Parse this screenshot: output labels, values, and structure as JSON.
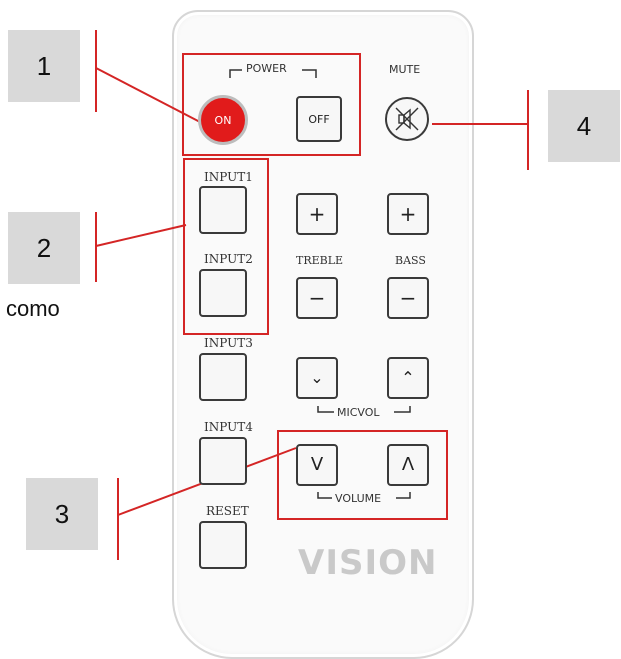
{
  "callouts": [
    "1",
    "2",
    "3",
    "4"
  ],
  "side_text": "como",
  "brand": "VISION",
  "power": {
    "label": "POWER",
    "on": "ON",
    "off": "OFF"
  },
  "mute": {
    "label": "MUTE"
  },
  "inputs": [
    "INPUT1",
    "INPUT2",
    "INPUT3",
    "INPUT4"
  ],
  "reset": "RESET",
  "treble": {
    "label": "TREBLE",
    "plus": "+",
    "minus": "−"
  },
  "bass": {
    "label": "BASS",
    "plus": "+",
    "minus": "−"
  },
  "micvol": {
    "label": "MICVOL",
    "down": "⌄",
    "up": "⌃"
  },
  "volume": {
    "label": "VOLUME",
    "down": "V",
    "up": "Λ"
  },
  "colors": {
    "highlight": "#d42525",
    "on_button": "#e11b1b",
    "callout_bg": "#d9d9d9"
  },
  "icons": [
    "speaker-muted-icon"
  ]
}
